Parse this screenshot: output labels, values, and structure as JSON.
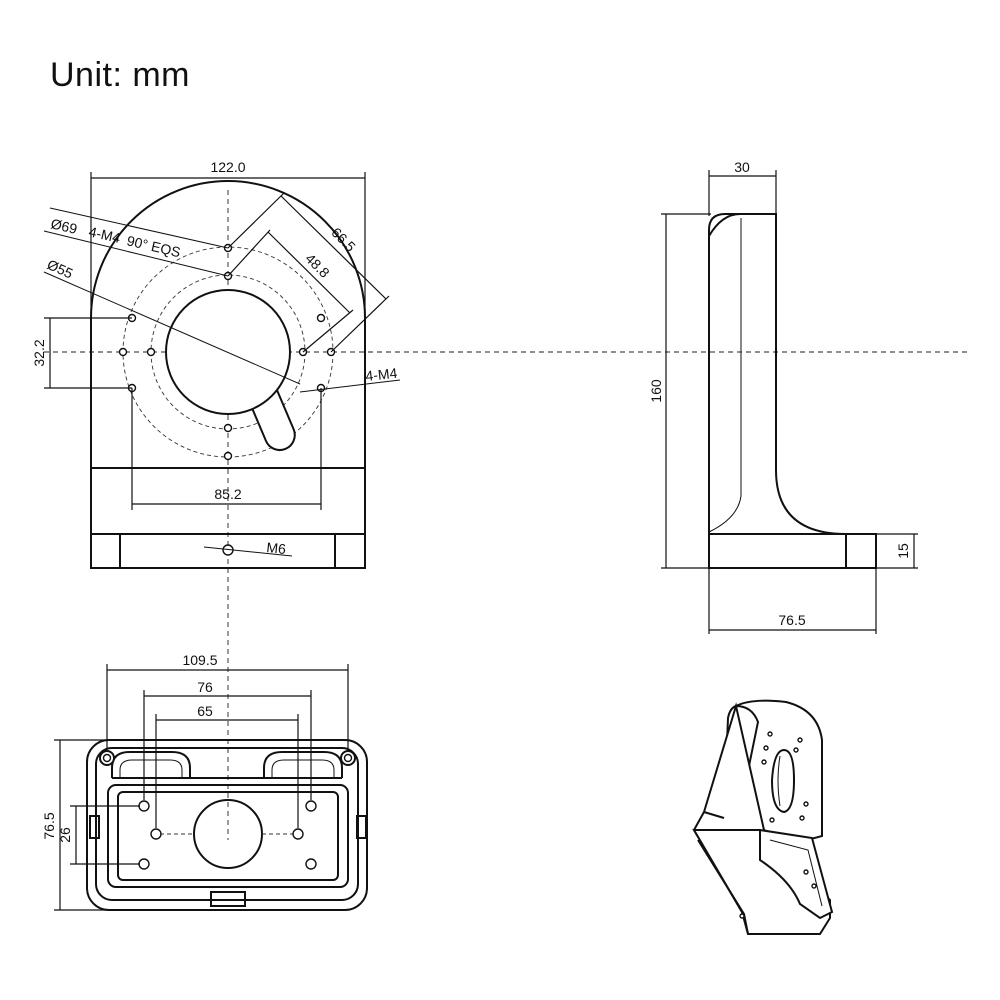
{
  "title": "Unit: mm",
  "front_view": {
    "width": "122.0",
    "bolt_circle_outer": "Ø69",
    "hole_spec_eqs": "4-M4",
    "eqs": "90° EQS",
    "bolt_circle_inner": "Ø55",
    "diag_outer": "66.5",
    "diag_inner": "48.8",
    "side_spacing": "32.2",
    "right_holes": "4-M4",
    "bottom_spacing": "85.2",
    "bottom_screw": "M6"
  },
  "side_view": {
    "top_width": "30",
    "height": "160",
    "base_depth": "76.5",
    "base_height": "15"
  },
  "bottom_view": {
    "outer_spacing": "109.5",
    "mid_spacing": "76",
    "inner_spacing": "65",
    "depth": "76.5",
    "hole_spacing": "26"
  },
  "iso_view": {
    "icon": "bracket-isometric-icon"
  }
}
